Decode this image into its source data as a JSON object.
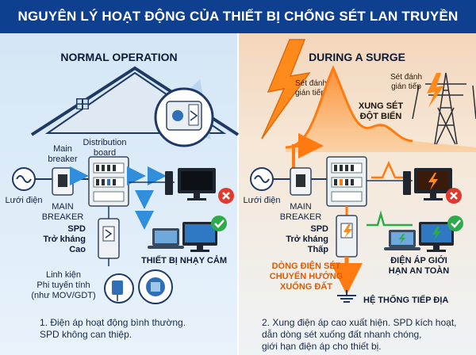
{
  "title": "NGUYÊN LÝ HOẠT ĐỘNG CỦA THIẾT BỊ CHỐNG SÉT LAN TRUYỀN (SPD)",
  "colors": {
    "header_bg": "#0f3f8f",
    "left_bg": "#dbeaf7",
    "right_bg": "#f6e3cf",
    "surge": "#ff8a1c",
    "ok": "#2eaa4a",
    "bad": "#e03a2e"
  },
  "left": {
    "heading": "NORMAL OPERATION",
    "grid_label": "Lưới điện",
    "main_breaker_top": "Main",
    "main_breaker_top2": "breaker",
    "main_breaker_bottom": "MAIN",
    "main_breaker_bottom2": "BREAKER",
    "dist_board_1": "Distribution",
    "dist_board_2": "board",
    "spd_1": "SPD",
    "spd_2": "Trở kháng",
    "spd_3": "Cao",
    "sensitive_devices": "THIẾT BỊ NHẠY CẢM",
    "component_1": "Linh kiện",
    "component_2": "Phi tuyến tính",
    "component_3": "(như MOV/GDT)",
    "caption_1": "1. Điện áp hoạt động bình thường.",
    "caption_2": "SPD không can thiệp."
  },
  "right": {
    "heading": "DURING A SURGE",
    "indirect_strike_1a": "Sét đánh",
    "indirect_strike_1b": "gián tiếp",
    "indirect_strike_2a": "Sét đánh",
    "indirect_strike_2b": "gián tiếp",
    "surge_1": "XUNG SÉT",
    "surge_2": "ĐỘT BIẾN",
    "grid_label": "Lưới điện",
    "main_breaker_1": "MAIN",
    "main_breaker_2": "BREAKER",
    "spd_1": "SPD",
    "spd_2": "Trở kháng",
    "spd_3": "Thấp",
    "diverted_1": "DÒNG ĐIỆN SÉT",
    "diverted_2": "CHUYỂN HƯỚNG",
    "diverted_3": "XUỐNG ĐẤT",
    "voltage_1": "ĐIỆN ÁP GIỚI",
    "voltage_2": "HẠN AN TOÀN",
    "grounding": "HỆ THỐNG TIẾP ĐỊA",
    "caption_1": "2. Xung điện áp cao xuất hiện. SPD kích hoạt,",
    "caption_2": "dẫn dòng sét xuống đất nhanh chóng,",
    "caption_3": "giới hạn điện áp cho thiết bị."
  }
}
